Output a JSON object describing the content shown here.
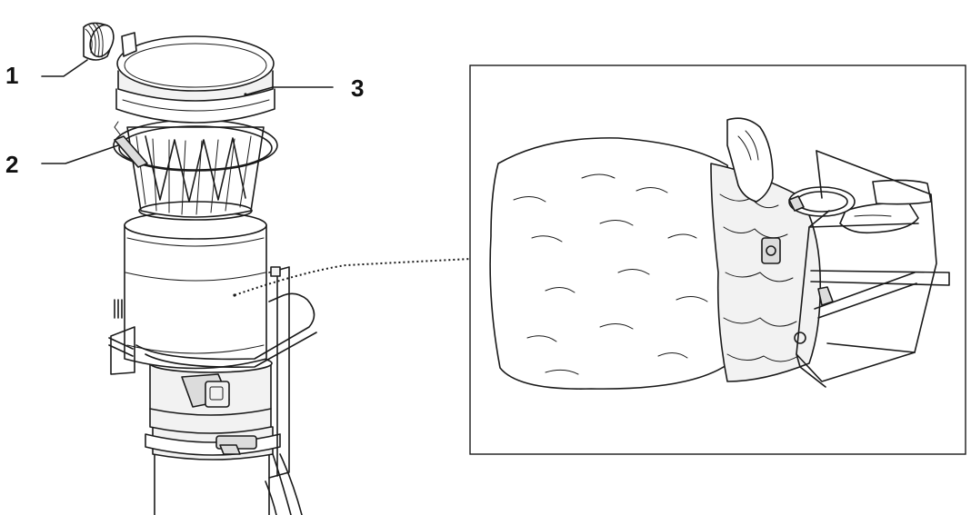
{
  "callouts": {
    "c1": "1",
    "c2": "2",
    "c3": "3"
  },
  "colors": {
    "line": "#1a1a1a",
    "fill_light": "#f2f2f2",
    "fill_mid": "#dcdcdc",
    "background": "#ffffff"
  }
}
